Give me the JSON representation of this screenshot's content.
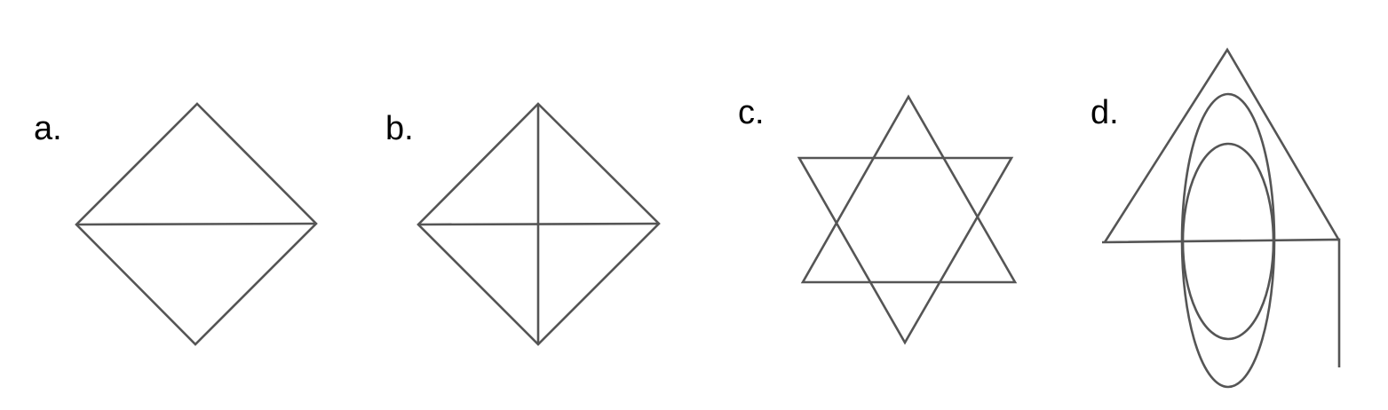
{
  "figures": [
    {
      "id": "a",
      "label": "a."
    },
    {
      "id": "b",
      "label": "b."
    },
    {
      "id": "c",
      "label": "c."
    },
    {
      "id": "d",
      "label": "d."
    }
  ],
  "colors": {
    "stroke": "#555555",
    "label": "#000000",
    "background": "#ffffff"
  }
}
